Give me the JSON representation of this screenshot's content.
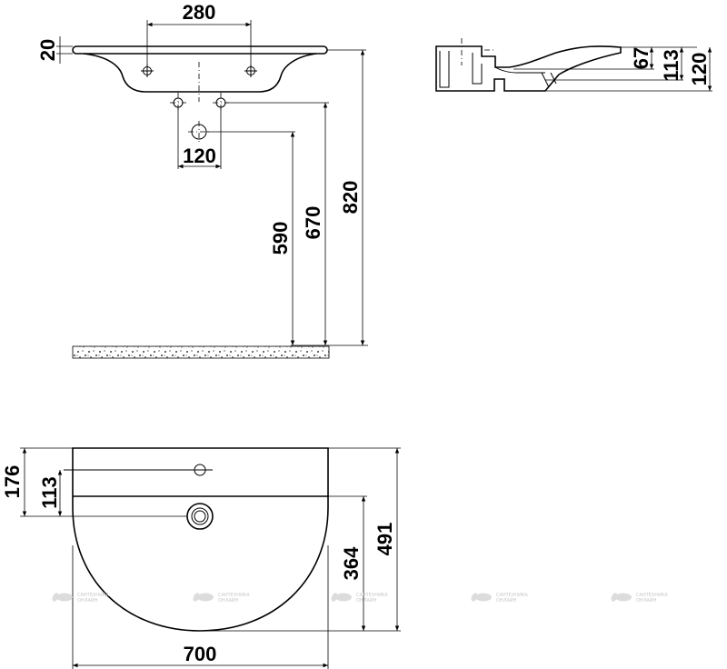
{
  "dimensions": {
    "tap_hole_spacing": "280",
    "rim_thickness": "20",
    "drain_spacing": "120",
    "drain_height": "590",
    "siphon_height": "670",
    "total_height": "820",
    "side_67": "67",
    "side_113": "113",
    "side_120": "120",
    "plan_176": "176",
    "plan_113": "113",
    "plan_364": "364",
    "plan_491": "491",
    "plan_width": "700"
  },
  "watermark": {
    "line1": "САНТЕХНИКА",
    "line2": "ОНЛАЙН"
  }
}
